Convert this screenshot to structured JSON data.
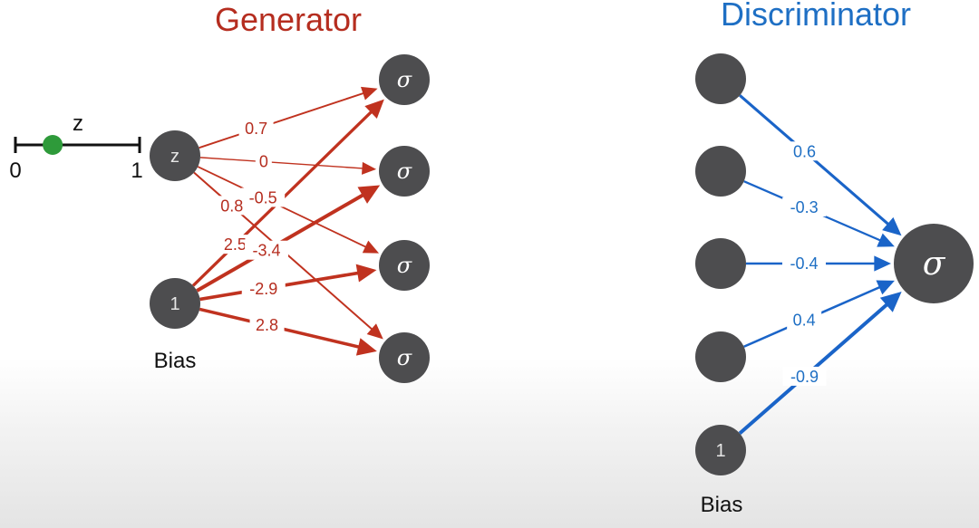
{
  "generator": {
    "title": "Generator",
    "colors": {
      "accent": "#c0321f"
    },
    "slider": {
      "var_label": "z",
      "min_label": "0",
      "max_label": "1",
      "value": 0.3
    },
    "inputs": [
      {
        "label": "z"
      },
      {
        "label": "1",
        "caption": "Bias"
      }
    ],
    "output_symbol": "σ",
    "edges": [
      {
        "from": 0,
        "to": 0,
        "weight": "0.7"
      },
      {
        "from": 0,
        "to": 1,
        "weight": "0"
      },
      {
        "from": 0,
        "to": 2,
        "weight": "-0.5"
      },
      {
        "from": 0,
        "to": 3,
        "weight": "0.8"
      },
      {
        "from": 1,
        "to": 0,
        "weight": "2.5"
      },
      {
        "from": 1,
        "to": 1,
        "weight": "-3.4"
      },
      {
        "from": 1,
        "to": 2,
        "weight": "-2.9"
      },
      {
        "from": 1,
        "to": 3,
        "weight": "2.8"
      }
    ]
  },
  "discriminator": {
    "title": "Discriminator",
    "colors": {
      "accent": "#1a64c8"
    },
    "inputs": [
      {
        "label": ""
      },
      {
        "label": ""
      },
      {
        "label": ""
      },
      {
        "label": ""
      },
      {
        "label": "1",
        "caption": "Bias"
      }
    ],
    "output_symbol": "σ",
    "edges": [
      {
        "from": 0,
        "weight": "0.6"
      },
      {
        "from": 1,
        "weight": "-0.3"
      },
      {
        "from": 2,
        "weight": "-0.4"
      },
      {
        "from": 3,
        "weight": "0.4"
      },
      {
        "from": 4,
        "weight": "-0.9"
      }
    ]
  }
}
